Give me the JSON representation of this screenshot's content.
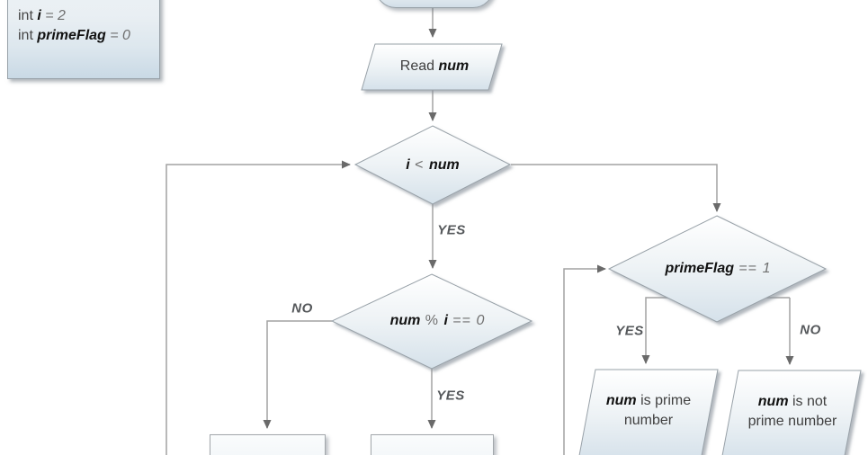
{
  "note": {
    "line1": {
      "keyword": "int ",
      "variable": "i",
      "value": " = 2"
    },
    "line2": {
      "keyword": "int ",
      "variable": "primeFlag",
      "value": " = 0"
    }
  },
  "nodes": {
    "read": {
      "prefix": "Read ",
      "variable": "num"
    },
    "cond_loop": {
      "left": "i",
      "op": " < ",
      "right": "num"
    },
    "cond_mod": {
      "var1": "num",
      "op1": " % ",
      "var2": "i",
      "op2": " == ",
      "value": "0"
    },
    "cond_flag": {
      "variable": "primeFlag",
      "op": " == ",
      "value": "1"
    },
    "out_prime": {
      "line1_var": "num",
      "line1_text": " is prime",
      "line2_text": "number"
    },
    "out_not_prime": {
      "line1_var": "num",
      "line1_text": " is not",
      "line2_text": "prime number"
    }
  },
  "edge_labels": {
    "loop_yes": "YES",
    "mod_no": "NO",
    "mod_yes": "YES",
    "flag_yes": "YES",
    "flag_no": "NO"
  },
  "colors": {
    "shape_border": "#98a1a8",
    "shape_fill_top": "#ffffff",
    "shape_fill_bottom": "#d5e1ea",
    "connector": "#a2a2a2",
    "arrowhead": "#6a6a6a",
    "edge_label_text": "#55585b",
    "variable_text": "#121212",
    "operator_text": "#6f6f6f",
    "plain_text": "#3f3f3f"
  }
}
